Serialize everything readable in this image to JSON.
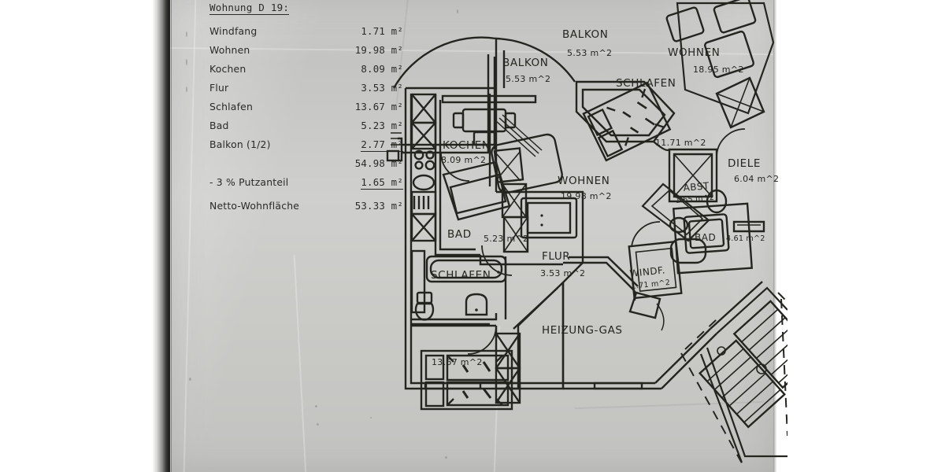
{
  "document": {
    "type": "architectural-floor-plan-scan",
    "paper_color": "#c9c9c7",
    "ink_color": "#25251f"
  },
  "area_table": {
    "title": "Wohnung D 19:",
    "unit": "m²",
    "rows": [
      {
        "label": "Windfang",
        "value": "1.71 m²"
      },
      {
        "label": "Wohnen",
        "value": "19.98 m²"
      },
      {
        "label": "Kochen",
        "value": "8.09 m²"
      },
      {
        "label": "Flur",
        "value": "3.53 m²"
      },
      {
        "label": "Schlafen",
        "value": "13.67 m²"
      },
      {
        "label": "Bad",
        "value": "5.23 m²"
      },
      {
        "label": "Balkon (1/2)",
        "value": "2.77 m²"
      }
    ],
    "subtotal": {
      "label": "",
      "value": "54.98 m²"
    },
    "deduction": {
      "label": "- 3 % Putzanteil",
      "value": "1.65 m²"
    },
    "total": {
      "label": "Netto-Wohnfläche",
      "value": "53.33 m²"
    }
  },
  "plan": {
    "unit_rooms": [
      {
        "name": "KOCHEN",
        "area": "8.09 m^2"
      },
      {
        "name": "WOHNEN",
        "area": "19.98 m^2"
      },
      {
        "name": "BAD",
        "area": "5.23 m^2"
      },
      {
        "name": "FLUR",
        "area": "3.53 m^2"
      },
      {
        "name": "SCHLAFEN",
        "area": "13.67 m^2"
      },
      {
        "name": "BALKON",
        "area": "5.53 m^2"
      }
    ],
    "neighbour_rooms": [
      {
        "name": "BALKON",
        "area": "5.53 m^2"
      },
      {
        "name": "SCHLAFEN",
        "area": "11.71 m^2"
      },
      {
        "name": "WOHNEN",
        "area": "18.95 m^2"
      },
      {
        "name": "DIELE",
        "area": "6.04 m^2"
      },
      {
        "name": "ABST",
        "area": "1.65 m^2"
      },
      {
        "name": "BAD",
        "area": "4.61 m^2"
      },
      {
        "name": "WINDF.",
        "area": "1.71 m^2"
      }
    ],
    "service_rooms": [
      {
        "name": "HEIZUNG-GAS",
        "area": ""
      }
    ]
  }
}
